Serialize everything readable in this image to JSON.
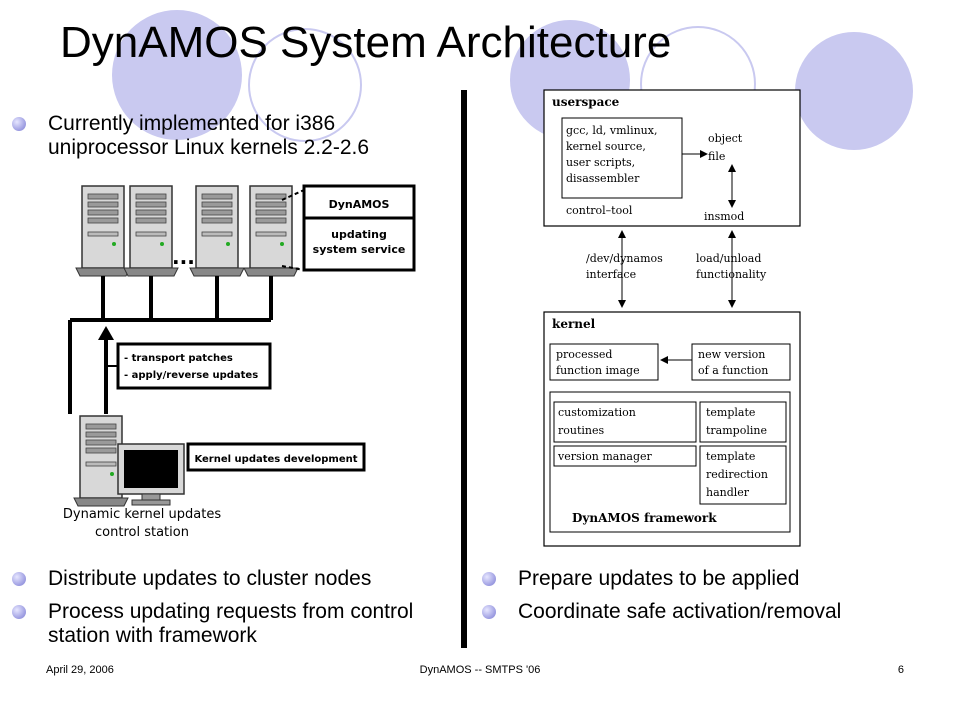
{
  "slide": {
    "title": "DynAMOS System Architecture",
    "left_bullets_top": [
      "Currently implemented for i386 uniprocessor Linux kernels 2.2-2.6"
    ],
    "left_bullets_bottom": [
      "Distribute updates to cluster nodes",
      "Process updating requests from control station with framework"
    ],
    "right_bullets_bottom": [
      "Prepare updates to be applied",
      "Coordinate safe activation/removal"
    ]
  },
  "cluster_diagram": {
    "service_box_title": "DynAMOS",
    "service_box_text": [
      "updating",
      "system service"
    ],
    "ellipsis": "...",
    "tasks_box": [
      "- transport patches",
      "- apply/reverse updates"
    ],
    "dev_box": "Kernel updates development",
    "station_label": [
      "Dynamic kernel updates",
      "control station"
    ]
  },
  "framework_diagram": {
    "userspace_label": "userspace",
    "tools_box": [
      "gcc, ld, vmlinux,",
      "kernel source,",
      "user scripts,",
      "disassembler"
    ],
    "control_tool": "control–tool",
    "object_file": [
      "object",
      "file"
    ],
    "insmod": "insmod",
    "dev_interface": [
      "/dev/dynamos",
      "interface"
    ],
    "load_unload": [
      "load/unload",
      "functionality"
    ],
    "kernel_label": "kernel",
    "processed_image": [
      "processed",
      "function image"
    ],
    "new_version": [
      "new version",
      "of a function"
    ],
    "customization": [
      "customization",
      "routines"
    ],
    "version_manager": "version manager",
    "template_trampoline": [
      "template",
      "trampoline"
    ],
    "template_redirection": [
      "template",
      "redirection",
      "handler"
    ],
    "framework_label": "DynAMOS framework"
  },
  "footer": {
    "date": "April 29, 2006",
    "center": "DynAMOS -- SMTPS '06",
    "page": "6"
  },
  "colors": {
    "decor": "#c9c9f0",
    "bullet": "#9a9ae0"
  }
}
